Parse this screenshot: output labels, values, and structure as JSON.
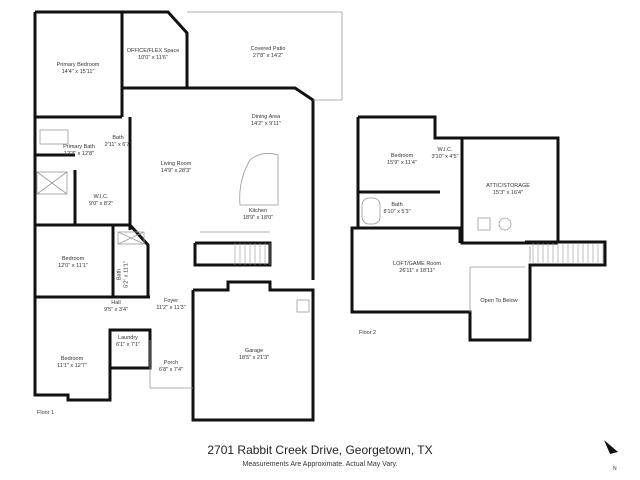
{
  "address": "2701 Rabbit Creek Drive, Georgetown, TX",
  "disclaimer": "Measurements Are Approximate. Actual May Vary.",
  "north_label": "N",
  "floors": [
    {
      "label": "Floor 1",
      "rooms": [
        {
          "name": "Primary Bedroom",
          "size": "14'4\" x 15'11\""
        },
        {
          "name": "OFFICE/FLEX Space",
          "size": "10'0\" x 11'6\""
        },
        {
          "name": "Covered Patio",
          "size": "27'8\" x 14'2\""
        },
        {
          "name": "Dining Area",
          "size": "14'2\" x 9'11\""
        },
        {
          "name": "Primary Bath",
          "size": "12'3\" x 12'8\""
        },
        {
          "name": "Bath",
          "size": "2'11\" x 6'7\""
        },
        {
          "name": "Living Room",
          "size": "14'9\" x 28'3\""
        },
        {
          "name": "W.I.C.",
          "size": "9'0\" x 8'2\""
        },
        {
          "name": "Kitchen",
          "size": "18'9\" x 18'0\""
        },
        {
          "name": "Bedroom",
          "size": "12'0\" x 11'1\""
        },
        {
          "name": "Bath",
          "size": "5'2\" x 11'1\""
        },
        {
          "name": "Hall",
          "size": "9'5\" x 3'4\""
        },
        {
          "name": "Foyer",
          "size": "11'2\" x 11'3\""
        },
        {
          "name": "Laundry",
          "size": "6'1\" x 7'1\""
        },
        {
          "name": "Bedroom",
          "size": "11'1\" x 12'7\""
        },
        {
          "name": "Porch",
          "size": "6'8\" x 7'4\""
        },
        {
          "name": "Garage",
          "size": "18'5\" x 21'3\""
        }
      ]
    },
    {
      "label": "Floor 2",
      "rooms": [
        {
          "name": "Bedroom",
          "size": "15'9\" x 11'4\""
        },
        {
          "name": "W.I.C.",
          "size": "3'10\" x 4'5\""
        },
        {
          "name": "ATTIC/STORAGE",
          "size": "15'3\" x 16'4\""
        },
        {
          "name": "Bath",
          "size": "8'10\" x 5'3\""
        },
        {
          "name": "LOFT/GAME Room",
          "size": "26'11\" x 18'11\""
        },
        {
          "name": "Open To Below",
          "size": ""
        }
      ]
    }
  ],
  "colors": {
    "wall": "#111111",
    "thin": "#999999"
  }
}
